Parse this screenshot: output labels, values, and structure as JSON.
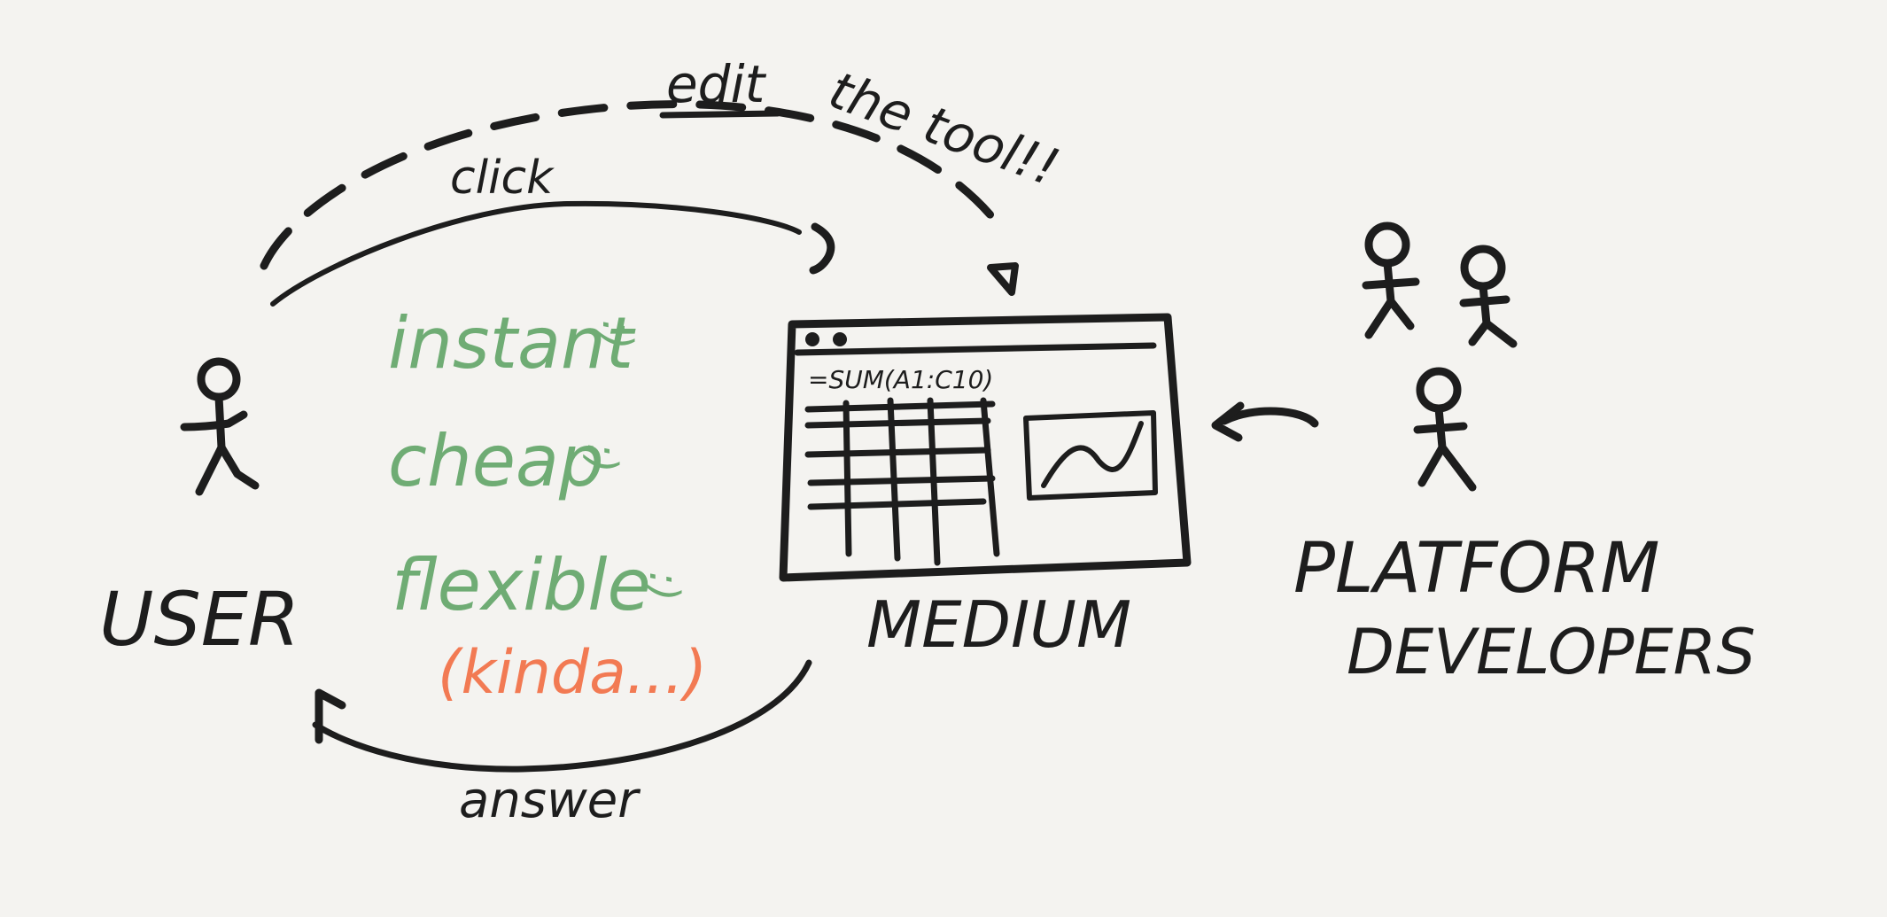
{
  "labels": {
    "user": "USER",
    "medium": "MEDIUM",
    "platform": "PLATFORM",
    "developers": "DEVELOPERS",
    "click": "click",
    "answer": "answer",
    "edit": "edit",
    "the_tool": "the tool!!",
    "formula": "=SUM(A1:C10)"
  },
  "qualities": [
    {
      "text": "instant",
      "face": ":)"
    },
    {
      "text": "cheap",
      "face": ":)"
    },
    {
      "text": "flexible",
      "face": ":)"
    }
  ],
  "caveat": "(kinda...)",
  "colors": {
    "ink": "#1d1d1d",
    "green": "#6fac74",
    "orange": "#f27a53",
    "background": "#f4f3f0"
  }
}
